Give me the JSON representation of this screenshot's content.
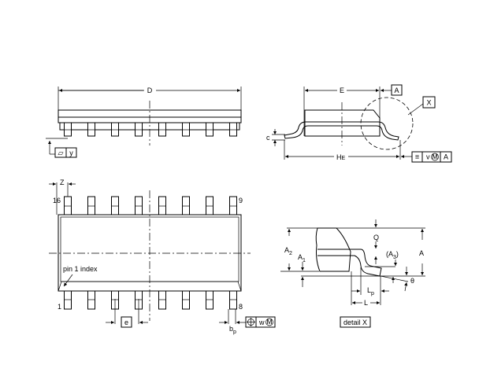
{
  "side_view": {
    "dim_D": "D",
    "flatness_symbol": "▱",
    "flatness_ref": "y"
  },
  "end_view": {
    "dim_E": "E",
    "datum_A": "A",
    "detail_ref": "X",
    "dim_c": "c",
    "dim_HE": "H",
    "dim_HE_sub": "E",
    "tol_symbol": "≡",
    "tol_value": "v",
    "tol_modifier": "M",
    "tol_datum": "A"
  },
  "top_view": {
    "dim_Z": "Z",
    "pin_16": "16",
    "pin_9": "9",
    "pin_1": "1",
    "pin_8": "8",
    "pin1_index": "pin 1 index",
    "dim_e": "e",
    "dim_bp": "b",
    "dim_bp_sub": "p",
    "tol_value": "w",
    "tol_modifier": "M"
  },
  "detail": {
    "dim_Q": "Q",
    "dim_A2": "A",
    "dim_A2_sub": "2",
    "dim_A1": "A",
    "dim_A1_sub": "1",
    "dim_A3": "(A",
    "dim_A3_sub": "3",
    "dim_A3_close": ")",
    "dim_A": "A",
    "dim_theta": "θ",
    "dim_Lp": "L",
    "dim_Lp_sub": "p",
    "dim_L": "L",
    "caption": "detail X"
  }
}
